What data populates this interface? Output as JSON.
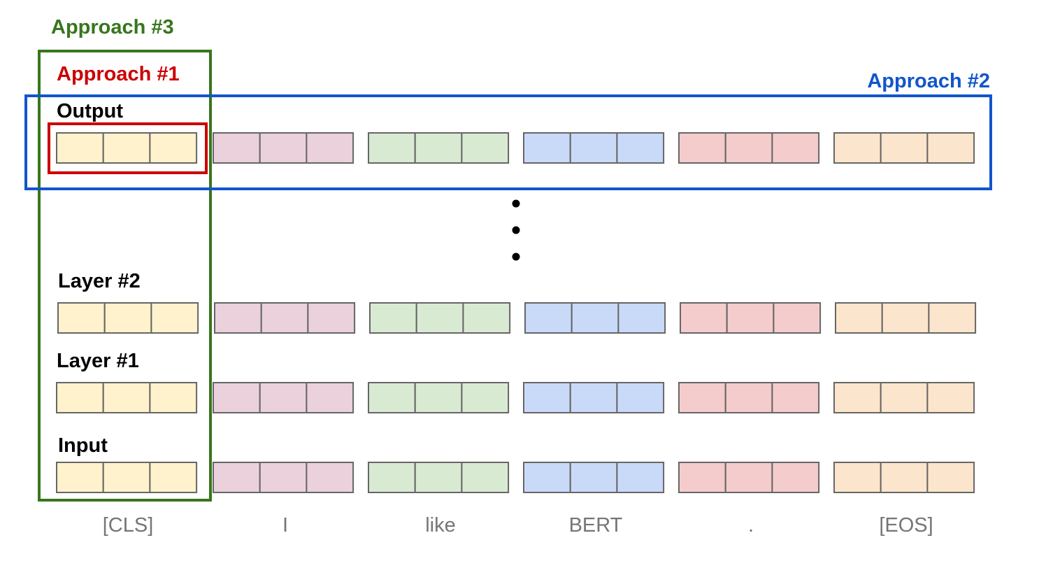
{
  "approaches": [
    {
      "label": "Approach #3",
      "color": "#38761d"
    },
    {
      "label": "Approach #1",
      "color": "#cc0000"
    },
    {
      "label": "Approach #2",
      "color": "#1155cc"
    }
  ],
  "rows": [
    {
      "label": "Output"
    },
    {
      "label": "Layer #2"
    },
    {
      "label": "Layer #1"
    },
    {
      "label": "Input"
    }
  ],
  "tokens": [
    {
      "text": "[CLS]",
      "color": "#fff2cc"
    },
    {
      "text": "I",
      "color": "#ead1dc"
    },
    {
      "text": "like",
      "color": "#d9ead3"
    },
    {
      "text": "BERT",
      "color": "#c9daf8"
    },
    {
      "text": ".",
      "color": "#f4cccc"
    },
    {
      "text": "[EOS]",
      "color": "#fce5cd"
    }
  ],
  "cells_per_token": 3,
  "ellipsis_dots": 3
}
